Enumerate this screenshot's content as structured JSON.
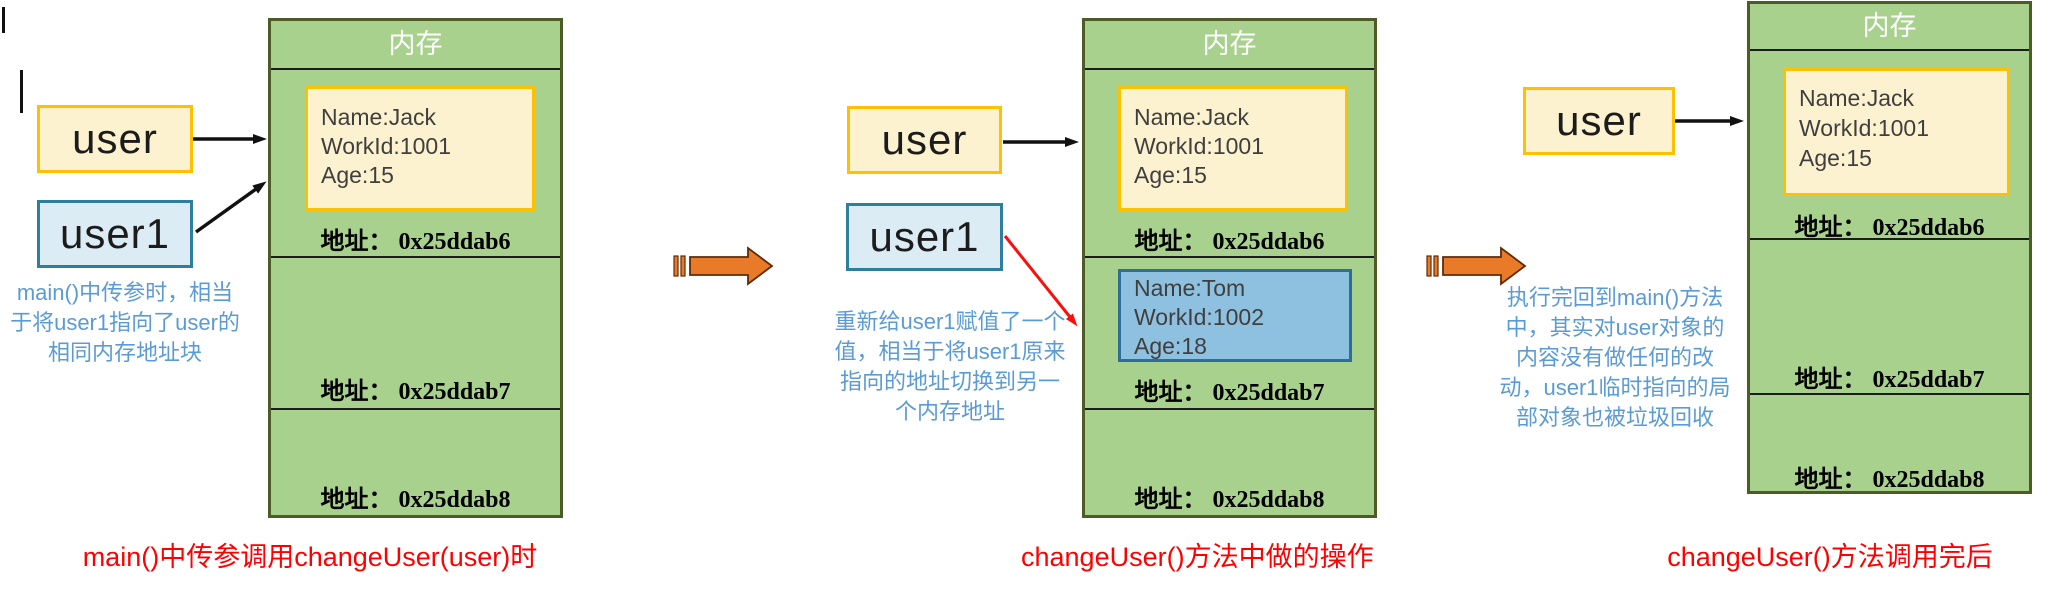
{
  "colors": {
    "memory_fill": "#a9d18e",
    "memory_border": "#4f5b27",
    "yellow_fill": "#fdf2cf",
    "yellow_border": "#fcc101",
    "var_blue_fill": "#dcecf4",
    "var_blue_border": "#2e7f9d",
    "object_blue_fill": "#8ec1e0",
    "object_blue_border": "#2f6e96",
    "note_blue": "#5b9bd5",
    "caption_red": "#ff0000",
    "transition_arrow_orange": "#e87a28"
  },
  "panels": [
    {
      "caption": "main()中传参调用changeUser(user)时",
      "note_lines": [
        "main()中传参时，相当",
        "于将user1指向了user的",
        "相同内存地址块"
      ],
      "variables": [
        {
          "label": "user"
        },
        {
          "label": "user1"
        }
      ],
      "memory": {
        "title": "内存",
        "objects": [
          {
            "lines": [
              "Name:Jack",
              "WorkId:1001",
              "Age:15"
            ]
          }
        ],
        "address_labels": [
          "地址： 0x25ddab6",
          "地址： 0x25ddab7",
          "地址： 0x25ddab8"
        ]
      }
    },
    {
      "caption": "changeUser()方法中做的操作",
      "note_lines": [
        "重新给user1赋值了一个",
        "值，相当于将user1原来",
        "指向的地址切换到另一",
        "个内存地址"
      ],
      "variables": [
        {
          "label": "user"
        },
        {
          "label": "user1"
        }
      ],
      "memory": {
        "title": "内存",
        "objects": [
          {
            "lines": [
              "Name:Jack",
              "WorkId:1001",
              "Age:15"
            ]
          },
          {
            "lines": [
              "Name:Tom",
              "WorkId:1002",
              "Age:18"
            ]
          }
        ],
        "address_labels": [
          "地址： 0x25ddab6",
          "地址： 0x25ddab7",
          "地址： 0x25ddab8"
        ]
      }
    },
    {
      "caption": "changeUser()方法调用完后",
      "note_lines": [
        "执行完回到main()方法",
        "中，其实对user对象的",
        "内容没有做任何的改",
        "动，user1临时指向的局",
        "部对象也被垃圾回收"
      ],
      "variables": [
        {
          "label": "user"
        }
      ],
      "memory": {
        "title": "内存",
        "objects": [
          {
            "lines": [
              "Name:Jack",
              "WorkId:1001",
              "Age:15"
            ]
          }
        ],
        "address_labels": [
          "地址： 0x25ddab6",
          "地址： 0x25ddab7",
          "地址： 0x25ddab8"
        ]
      }
    }
  ]
}
